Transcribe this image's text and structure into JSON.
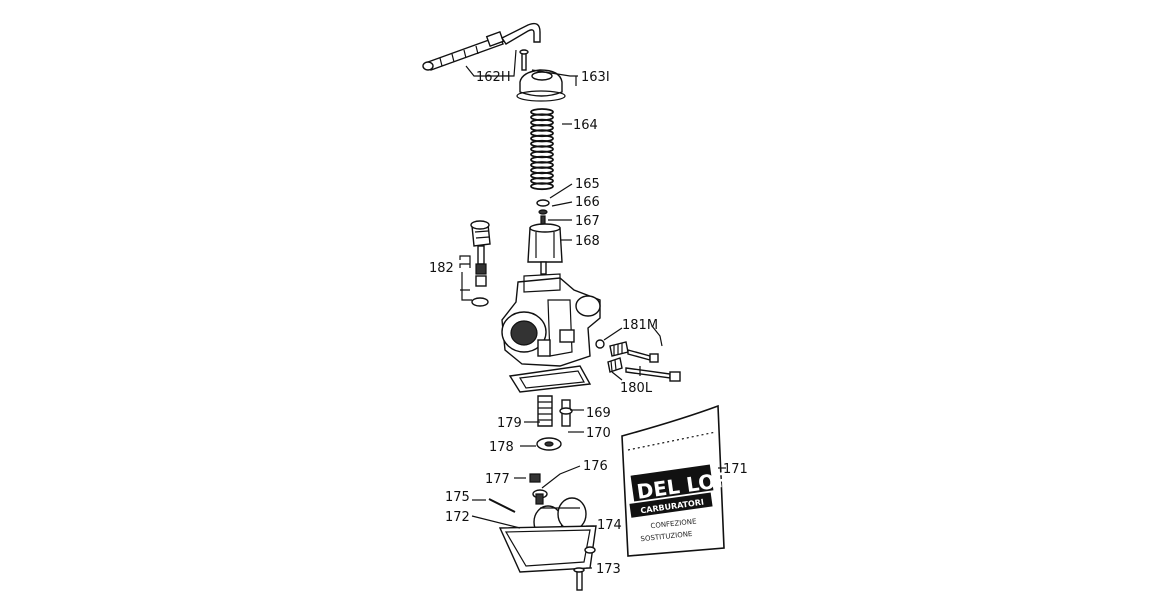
{
  "labels": {
    "l162H": "162H",
    "l163I": "163I",
    "l164": "164",
    "l165": "165",
    "l166": "166",
    "l167": "167",
    "l168": "168",
    "l182": "182",
    "l181M": "181M",
    "l180L": "180L",
    "l179": "179",
    "l169": "169",
    "l170": "170",
    "l178": "178",
    "l177": "177",
    "l176": "176",
    "l171": "171",
    "l175": "175",
    "l172": "172",
    "l174": "174",
    "l173": "173"
  },
  "bag": {
    "brand": "DEL LORTO",
    "band": "CARBURATORI",
    "line1": "CONFEZIONE",
    "line2": "SOSTITUZIONE"
  }
}
